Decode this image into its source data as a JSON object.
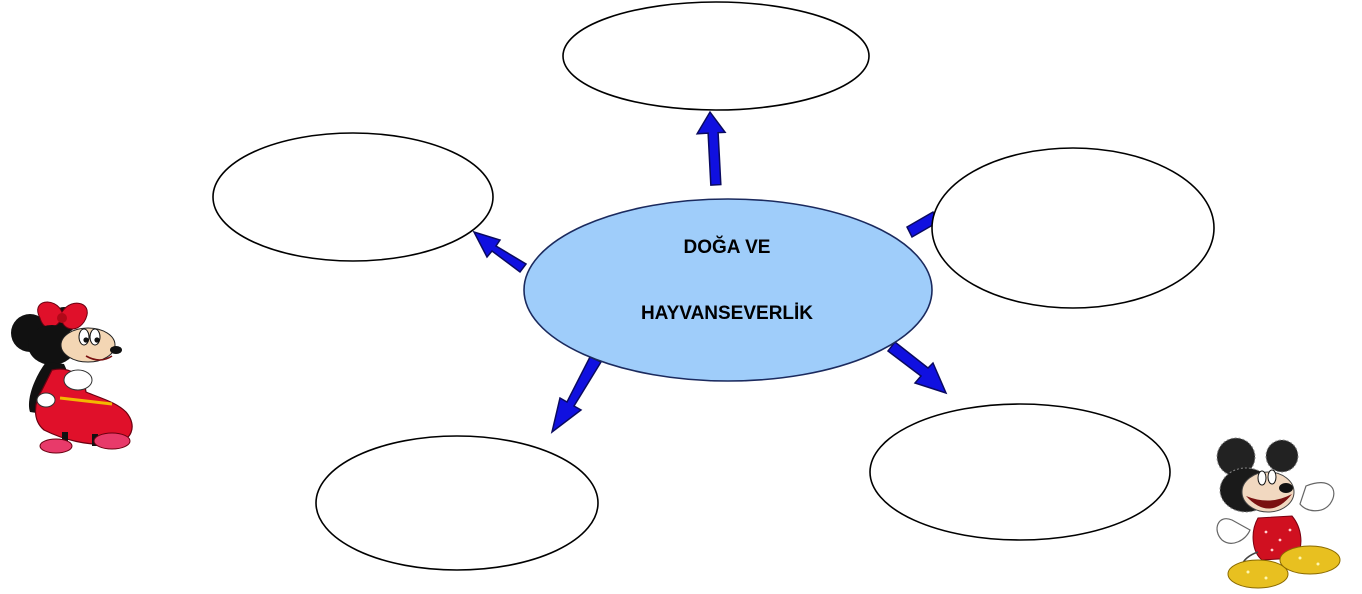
{
  "diagram": {
    "center": {
      "line1": "DOĞA VE",
      "line2": "HAYVANSEVERLİK"
    },
    "branches": [
      {
        "label": "",
        "direction": "top"
      },
      {
        "label": "",
        "direction": "top-left"
      },
      {
        "label": "",
        "direction": "right"
      },
      {
        "label": "",
        "direction": "bottom-left"
      },
      {
        "label": "",
        "direction": "bottom-right"
      }
    ]
  },
  "colors": {
    "center_fill": "#9fcdfa",
    "center_stroke": "#1b2a5e",
    "bubble_fill": "#ffffff",
    "bubble_stroke": "#000000",
    "arrow_fill": "#1010e0",
    "arrow_stroke": "#0a0a60",
    "minnie_red": "#e0102a",
    "mickey_gold": "#e8c020"
  },
  "images": {
    "left_character": "minnie-mouse-clipart",
    "right_character": "mickey-mouse-glitter-clipart"
  }
}
